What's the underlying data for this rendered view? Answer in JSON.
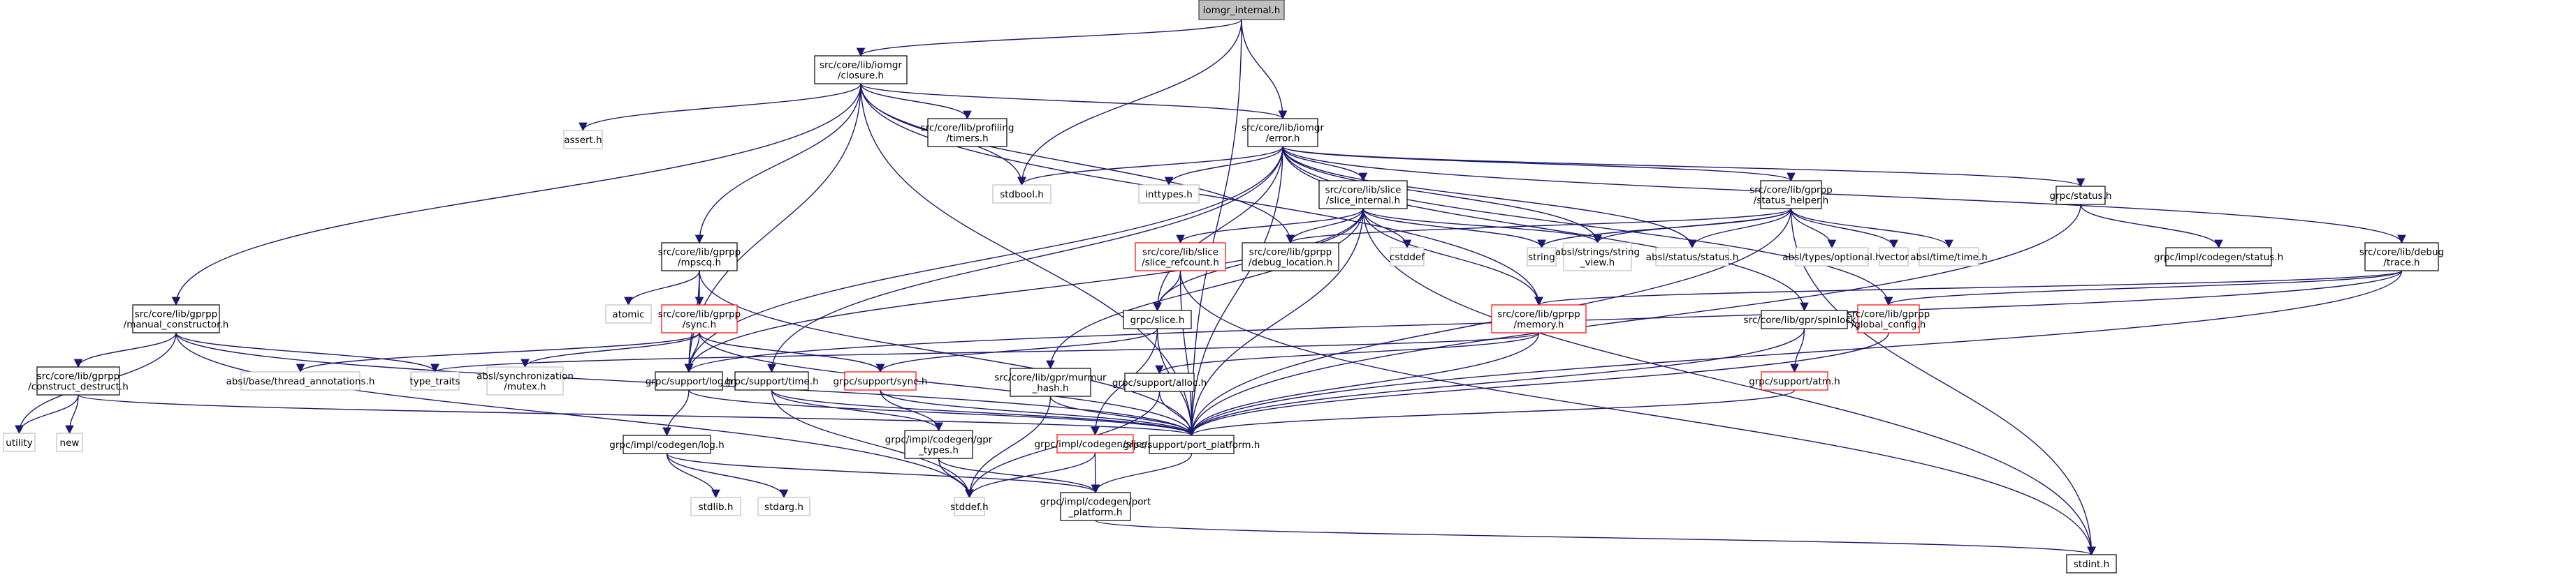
{
  "diagram": {
    "type": "include-dependency-graph",
    "root": "iomgr_internal",
    "colors": {
      "edge": "#191970",
      "root_fill": "#bfbfbf",
      "documented_border": "#000000",
      "external_border": "#bfbfbf",
      "truncated_border": "#ff0000"
    },
    "nodes": [
      {
        "id": "iomgr_internal",
        "lines": [
          "iomgr_internal.h"
        ],
        "kind": "root"
      },
      {
        "id": "closure",
        "lines": [
          "src/core/lib/iomgr",
          "/closure.h"
        ],
        "kind": "documented"
      },
      {
        "id": "assert",
        "lines": [
          "assert.h"
        ],
        "kind": "external"
      },
      {
        "id": "timers",
        "lines": [
          "src/core/lib/profiling",
          "/timers.h"
        ],
        "kind": "documented"
      },
      {
        "id": "stdbool",
        "lines": [
          "stdbool.h"
        ],
        "kind": "external"
      },
      {
        "id": "error",
        "lines": [
          "src/core/lib/iomgr",
          "/error.h"
        ],
        "kind": "documented"
      },
      {
        "id": "inttypes",
        "lines": [
          "inttypes.h"
        ],
        "kind": "external"
      },
      {
        "id": "slice_internal",
        "lines": [
          "src/core/lib/slice",
          "/slice_internal.h"
        ],
        "kind": "documented"
      },
      {
        "id": "status_helper",
        "lines": [
          "src/core/lib/gprpp",
          "/status_helper.h"
        ],
        "kind": "documented"
      },
      {
        "id": "grpc_status",
        "lines": [
          "grpc/status.h"
        ],
        "kind": "documented"
      },
      {
        "id": "codegen_status",
        "lines": [
          "grpc/impl/codegen/status.h"
        ],
        "kind": "documented"
      },
      {
        "id": "trace",
        "lines": [
          "src/core/lib/debug",
          "/trace.h"
        ],
        "kind": "documented"
      },
      {
        "id": "mpscq",
        "lines": [
          "src/core/lib/gprpp",
          "/mpscq.h"
        ],
        "kind": "documented"
      },
      {
        "id": "atomic",
        "lines": [
          "atomic"
        ],
        "kind": "external"
      },
      {
        "id": "gprpp_sync",
        "lines": [
          "src/core/lib/gprpp",
          "/sync.h"
        ],
        "kind": "truncated"
      },
      {
        "id": "slice_refcount",
        "lines": [
          "src/core/lib/slice",
          "/slice_refcount.h"
        ],
        "kind": "truncated"
      },
      {
        "id": "debug_location",
        "lines": [
          "src/core/lib/gprpp",
          "/debug_location.h"
        ],
        "kind": "documented"
      },
      {
        "id": "cstddef",
        "lines": [
          "cstddef"
        ],
        "kind": "external"
      },
      {
        "id": "string",
        "lines": [
          "string"
        ],
        "kind": "external"
      },
      {
        "id": "string_view",
        "lines": [
          "absl/strings/string",
          "_view.h"
        ],
        "kind": "external"
      },
      {
        "id": "absl_status",
        "lines": [
          "absl/status/status.h"
        ],
        "kind": "external"
      },
      {
        "id": "optional",
        "lines": [
          "absl/types/optional.h"
        ],
        "kind": "external"
      },
      {
        "id": "vector",
        "lines": [
          "vector"
        ],
        "kind": "external"
      },
      {
        "id": "absl_time",
        "lines": [
          "absl/time/time.h"
        ],
        "kind": "external"
      },
      {
        "id": "manual_constructor",
        "lines": [
          "src/core/lib/gprpp",
          "/manual_constructor.h"
        ],
        "kind": "documented"
      },
      {
        "id": "construct_destruct",
        "lines": [
          "src/core/lib/gprpp",
          "/construct_destruct.h"
        ],
        "kind": "documented"
      },
      {
        "id": "utility",
        "lines": [
          "utility"
        ],
        "kind": "external"
      },
      {
        "id": "new",
        "lines": [
          "new"
        ],
        "kind": "external"
      },
      {
        "id": "thread_annotations",
        "lines": [
          "absl/base/thread_annotations.h"
        ],
        "kind": "external"
      },
      {
        "id": "type_traits",
        "lines": [
          "type_traits"
        ],
        "kind": "external"
      },
      {
        "id": "mutex",
        "lines": [
          "absl/synchronization",
          "/mutex.h"
        ],
        "kind": "external"
      },
      {
        "id": "support_log",
        "lines": [
          "grpc/support/log.h"
        ],
        "kind": "documented"
      },
      {
        "id": "support_time",
        "lines": [
          "grpc/support/time.h"
        ],
        "kind": "documented"
      },
      {
        "id": "support_sync",
        "lines": [
          "grpc/support/sync.h"
        ],
        "kind": "truncated"
      },
      {
        "id": "grpc_slice",
        "lines": [
          "grpc/slice.h"
        ],
        "kind": "documented"
      },
      {
        "id": "memory",
        "lines": [
          "src/core/lib/gprpp",
          "/memory.h"
        ],
        "kind": "truncated"
      },
      {
        "id": "murmur_hash",
        "lines": [
          "src/core/lib/gpr/murmur",
          "_hash.h"
        ],
        "kind": "documented"
      },
      {
        "id": "support_alloc",
        "lines": [
          "grpc/support/alloc.h"
        ],
        "kind": "documented"
      },
      {
        "id": "spinlock",
        "lines": [
          "src/core/lib/gpr/spinlock.h"
        ],
        "kind": "documented"
      },
      {
        "id": "global_config",
        "lines": [
          "src/core/lib/gprpp",
          "/global_config.h"
        ],
        "kind": "truncated"
      },
      {
        "id": "support_atm",
        "lines": [
          "grpc/support/atm.h"
        ],
        "kind": "truncated"
      },
      {
        "id": "codegen_log",
        "lines": [
          "grpc/impl/codegen/log.h"
        ],
        "kind": "documented"
      },
      {
        "id": "gpr_types",
        "lines": [
          "grpc/impl/codegen/gpr",
          "_types.h"
        ],
        "kind": "documented"
      },
      {
        "id": "codegen_slice",
        "lines": [
          "grpc/impl/codegen/slice.h"
        ],
        "kind": "truncated"
      },
      {
        "id": "port_platform",
        "lines": [
          "grpc/support/port_platform.h"
        ],
        "kind": "documented"
      },
      {
        "id": "stdlib",
        "lines": [
          "stdlib.h"
        ],
        "kind": "external"
      },
      {
        "id": "stdarg",
        "lines": [
          "stdarg.h"
        ],
        "kind": "external"
      },
      {
        "id": "stddef",
        "lines": [
          "stddef.h"
        ],
        "kind": "external"
      },
      {
        "id": "codegen_port_platform",
        "lines": [
          "grpc/impl/codegen/port",
          "_platform.h"
        ],
        "kind": "documented"
      },
      {
        "id": "stdint",
        "lines": [
          "stdint.h"
        ],
        "kind": "documented"
      }
    ],
    "edges": [
      [
        "iomgr_internal",
        "closure"
      ],
      [
        "iomgr_internal",
        "stdbool"
      ],
      [
        "iomgr_internal",
        "error"
      ],
      [
        "iomgr_internal",
        "port_platform"
      ],
      [
        "closure",
        "assert"
      ],
      [
        "closure",
        "timers"
      ],
      [
        "closure",
        "stdbool"
      ],
      [
        "closure",
        "error"
      ],
      [
        "closure",
        "manual_constructor"
      ],
      [
        "closure",
        "mpscq"
      ],
      [
        "closure",
        "support_log"
      ],
      [
        "closure",
        "debug_location"
      ],
      [
        "closure",
        "memory"
      ],
      [
        "closure",
        "port_platform"
      ],
      [
        "error",
        "stdbool"
      ],
      [
        "error",
        "inttypes"
      ],
      [
        "error",
        "slice_internal"
      ],
      [
        "error",
        "status_helper"
      ],
      [
        "error",
        "grpc_status"
      ],
      [
        "error",
        "trace"
      ],
      [
        "error",
        "grpc_slice"
      ],
      [
        "error",
        "support_log"
      ],
      [
        "error",
        "support_time"
      ],
      [
        "error",
        "absl_status"
      ],
      [
        "error",
        "spinlock"
      ],
      [
        "error",
        "global_config"
      ],
      [
        "error",
        "port_platform"
      ],
      [
        "error",
        "string_view"
      ],
      [
        "slice_internal",
        "slice_refcount"
      ],
      [
        "slice_internal",
        "debug_location"
      ],
      [
        "slice_internal",
        "cstddef"
      ],
      [
        "slice_internal",
        "string"
      ],
      [
        "slice_internal",
        "string_view"
      ],
      [
        "slice_internal",
        "grpc_slice"
      ],
      [
        "slice_internal",
        "memory"
      ],
      [
        "slice_internal",
        "murmur_hash"
      ],
      [
        "slice_internal",
        "support_log"
      ],
      [
        "slice_internal",
        "port_platform"
      ],
      [
        "slice_internal",
        "stdint"
      ],
      [
        "status_helper",
        "debug_location"
      ],
      [
        "status_helper",
        "string"
      ],
      [
        "status_helper",
        "string_view"
      ],
      [
        "status_helper",
        "absl_status"
      ],
      [
        "status_helper",
        "optional"
      ],
      [
        "status_helper",
        "vector"
      ],
      [
        "status_helper",
        "absl_time"
      ],
      [
        "status_helper",
        "port_platform"
      ],
      [
        "status_helper",
        "stdint"
      ],
      [
        "grpc_status",
        "codegen_status"
      ],
      [
        "grpc_status",
        "port_platform"
      ],
      [
        "trace",
        "memory"
      ],
      [
        "trace",
        "global_config"
      ],
      [
        "trace",
        "port_platform"
      ],
      [
        "trace",
        "support_log"
      ],
      [
        "mpscq",
        "atomic"
      ],
      [
        "mpscq",
        "gprpp_sync"
      ],
      [
        "mpscq",
        "support_log"
      ],
      [
        "mpscq",
        "port_platform"
      ],
      [
        "gprpp_sync",
        "thread_annotations"
      ],
      [
        "gprpp_sync",
        "mutex"
      ],
      [
        "gprpp_sync",
        "support_log"
      ],
      [
        "gprpp_sync",
        "support_sync"
      ],
      [
        "gprpp_sync",
        "port_platform"
      ],
      [
        "slice_refcount",
        "grpc_slice"
      ],
      [
        "slice_refcount",
        "port_platform"
      ],
      [
        "slice_refcount",
        "stdint"
      ],
      [
        "manual_constructor",
        "construct_destruct"
      ],
      [
        "manual_constructor",
        "utility"
      ],
      [
        "manual_constructor",
        "type_traits"
      ],
      [
        "manual_constructor",
        "stddef"
      ],
      [
        "manual_constructor",
        "port_platform"
      ],
      [
        "construct_destruct",
        "utility"
      ],
      [
        "construct_destruct",
        "new"
      ],
      [
        "construct_destruct",
        "port_platform"
      ],
      [
        "support_log",
        "codegen_log"
      ],
      [
        "support_log",
        "port_platform"
      ],
      [
        "support_time",
        "gpr_types"
      ],
      [
        "support_time",
        "stddef"
      ],
      [
        "support_time",
        "port_platform"
      ],
      [
        "support_sync",
        "gpr_types"
      ],
      [
        "support_sync",
        "port_platform"
      ],
      [
        "grpc_slice",
        "codegen_slice"
      ],
      [
        "grpc_slice",
        "support_sync"
      ],
      [
        "grpc_slice",
        "port_platform"
      ],
      [
        "memory",
        "type_traits"
      ],
      [
        "memory",
        "support_alloc"
      ],
      [
        "memory",
        "port_platform"
      ],
      [
        "murmur_hash",
        "stddef"
      ],
      [
        "murmur_hash",
        "port_platform"
      ],
      [
        "support_alloc",
        "stddef"
      ],
      [
        "support_alloc",
        "port_platform"
      ],
      [
        "spinlock",
        "support_atm"
      ],
      [
        "spinlock",
        "port_platform"
      ],
      [
        "global_config",
        "port_platform"
      ],
      [
        "support_atm",
        "port_platform"
      ],
      [
        "codegen_log",
        "stdlib"
      ],
      [
        "codegen_log",
        "stdarg"
      ],
      [
        "codegen_log",
        "codegen_port_platform"
      ],
      [
        "gpr_types",
        "stddef"
      ],
      [
        "gpr_types",
        "codegen_port_platform"
      ],
      [
        "codegen_slice",
        "stddef"
      ],
      [
        "codegen_slice",
        "codegen_port_platform"
      ],
      [
        "port_platform",
        "codegen_port_platform"
      ],
      [
        "codegen_port_platform",
        "stdint"
      ]
    ]
  }
}
